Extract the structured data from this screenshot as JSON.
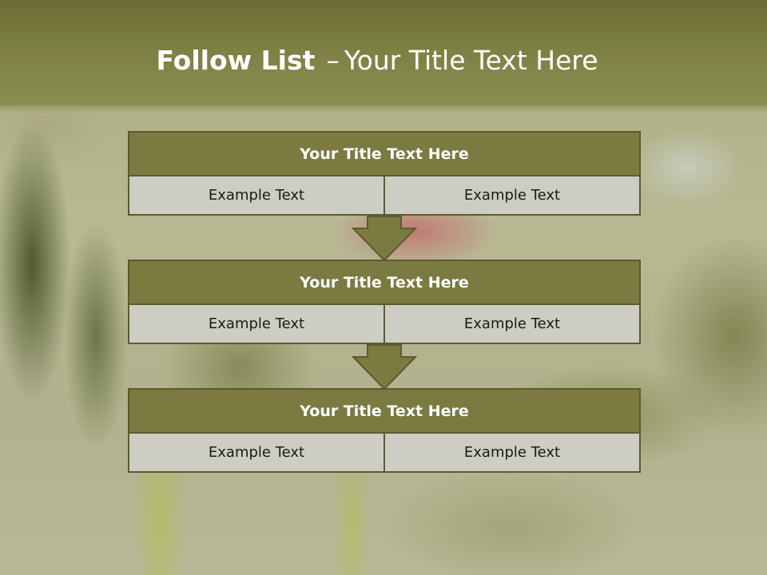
{
  "slide": {
    "title_bold": "Follow List",
    "title_dash": "–",
    "title_rest": "Your Title Text Here"
  },
  "blocks": [
    {
      "title": "Your Title Text Here",
      "cells": [
        "Example Text",
        "Example Text"
      ]
    },
    {
      "title": "Your Title Text Here",
      "cells": [
        "Example Text",
        "Example Text"
      ]
    },
    {
      "title": "Your Title Text Here",
      "cells": [
        "Example Text",
        "Example Text"
      ]
    }
  ],
  "colors": {
    "header_fill": "#7b7a41",
    "border": "#5c5b2c",
    "cell_fill": "#cdcdc3",
    "arrow_fill": "#7b7a41",
    "topbar": "#7d8042"
  },
  "icons": [
    "down-arrow-icon"
  ]
}
